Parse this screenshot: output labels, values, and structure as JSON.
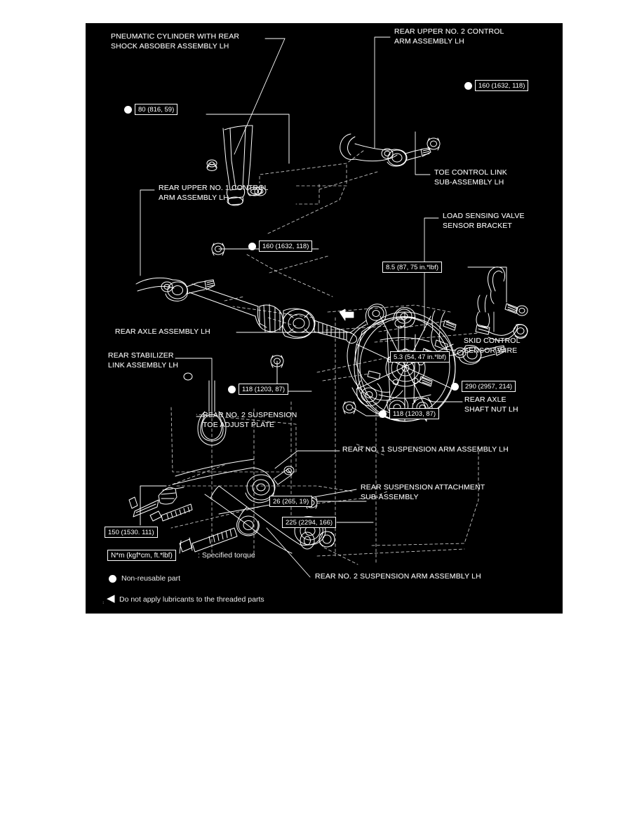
{
  "document": {
    "type": "exploded-parts-diagram",
    "subject": "Rear suspension assembly LH",
    "panel": {
      "background_color": "#000000",
      "line_color": "#ffffff"
    }
  },
  "part_labels": [
    {
      "id": "pneumatic-cylinder",
      "text": "PNEUMATIC CYLINDER WITH REAR\nSHOCK ABSOBER ASSEMBLY LH"
    },
    {
      "id": "rear-upper-no2-control-arm",
      "text": "REAR UPPER NO. 2 CONTROL\nARM ASSEMBLY LH"
    },
    {
      "id": "toe-control-link",
      "text": "TOE CONTROL LINK\nSUB-ASSEMBLY LH"
    },
    {
      "id": "load-sensing-valve-bracket",
      "text": "LOAD SENSING VALVE\nSENSOR BRACKET"
    },
    {
      "id": "rear-upper-no1-control-arm",
      "text": "REAR UPPER NO. 1 CONTROL\nARM ASSEMBLY LH"
    },
    {
      "id": "rear-axle-assembly",
      "text": "REAR AXLE ASSEMBLY LH"
    },
    {
      "id": "skid-control-sensor-wire",
      "text": "SKID CONTROL\nSENSOR WIRE"
    },
    {
      "id": "rear-stabilizer-link",
      "text": "REAR STABILIZER\nLINK ASSEMBLY LH"
    },
    {
      "id": "rear-axle-shaft-nut",
      "text": "REAR AXLE\nSHAFT NUT LH"
    },
    {
      "id": "rear-no2-suspension-toe-adjust-plate",
      "text": "REAR NO. 2 SUSPENSION\nTOE ADJUST PLATE"
    },
    {
      "id": "rear-no1-suspension-arm",
      "text": "REAR NO. 1 SUSPENSION ARM ASSEMBLY LH"
    },
    {
      "id": "rear-suspension-attachment",
      "text": "REAR SUSPENSION ATTACHMENT\nSUB-ASSEMBLY"
    },
    {
      "id": "rear-no2-suspension-arm",
      "text": "REAR NO. 2 SUSPENSION ARM ASSEMBLY LH"
    }
  ],
  "torque_callouts": [
    {
      "id": "t-80",
      "text": "80 (816, 59)",
      "non_reusable": true
    },
    {
      "id": "t-160-upper2",
      "text": "160 (1632, 118)",
      "non_reusable": true
    },
    {
      "id": "t-160-upper1",
      "text": "160 (1632, 118)",
      "non_reusable": true
    },
    {
      "id": "t-8-5",
      "text": "8.5 (87, 75 in.*lbf)",
      "non_reusable": false
    },
    {
      "id": "t-5-3",
      "text": "5.3 (54, 47 in.*lbf)",
      "non_reusable": false
    },
    {
      "id": "t-118-upper",
      "text": "118 (1203, 87)",
      "non_reusable": true
    },
    {
      "id": "t-118-lower",
      "text": "118 (1203, 87)",
      "non_reusable": true
    },
    {
      "id": "t-290",
      "text": "290 (2957, 214)",
      "non_reusable": true
    },
    {
      "id": "t-26",
      "text": "26 (265, 19)",
      "non_reusable": false
    },
    {
      "id": "t-225",
      "text": "225 (2294, 166)",
      "non_reusable": false
    },
    {
      "id": "t-150",
      "text": "150 (1530. 111)",
      "non_reusable": false
    }
  ],
  "legend": {
    "torque_unit_box": "N*m (kgf*cm, ft.*lbf)",
    "torque_unit_suffix": ": Specified torque",
    "non_reusable": "Non-reusable part",
    "no_lubricant": "Do not apply lubricants to the threaded parts",
    "no_lubricant_mark": "◀"
  }
}
